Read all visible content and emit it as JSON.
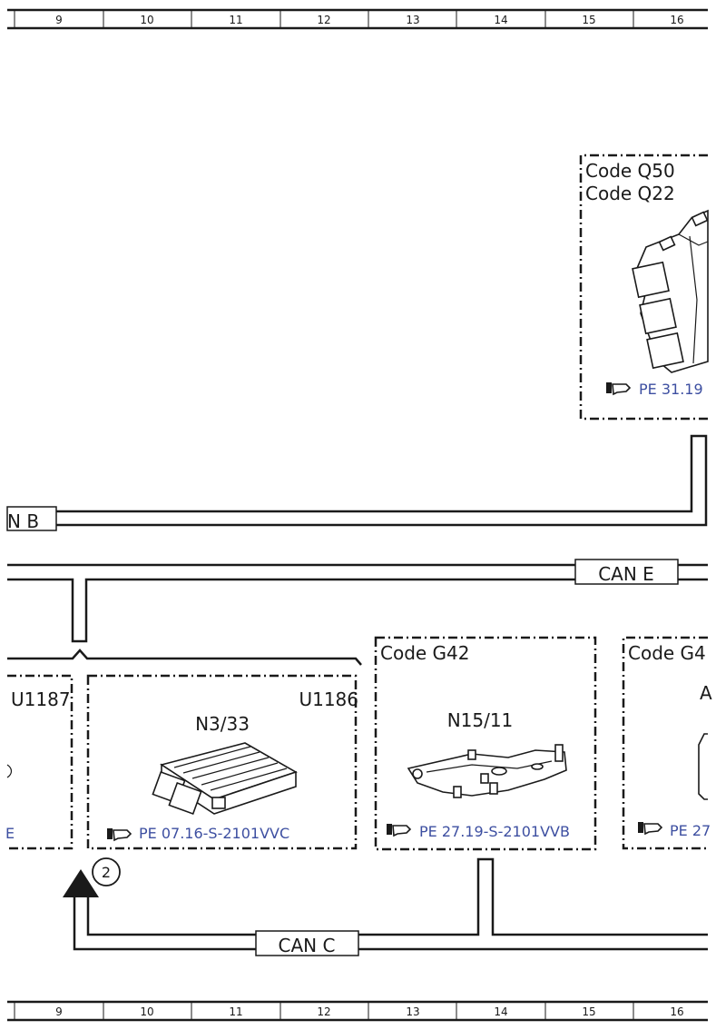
{
  "ruler_top": {
    "columns": [
      "9",
      "10",
      "11",
      "12",
      "13",
      "14",
      "15",
      "16"
    ]
  },
  "ruler_bottom": {
    "columns": [
      "9",
      "10",
      "11",
      "12",
      "13",
      "14",
      "15",
      "16"
    ]
  },
  "module_q50": {
    "code_1": "Code Q50",
    "code_2": "Code Q22",
    "reference": "PE 31.19"
  },
  "module_u1187": {
    "fault_code": "U1187",
    "reference": "E"
  },
  "module_n3_33": {
    "fault_code": "U1186",
    "component": "N3/33",
    "reference": "PE 07.16-S-2101VVC"
  },
  "module_n15_11": {
    "code": "Code G42",
    "component": "N15/11",
    "reference": "PE 27.19-S-2101VVB"
  },
  "module_g4": {
    "code": "Code G4",
    "component": "A",
    "reference": "PE 27"
  },
  "buses": {
    "can_b": "N B",
    "can_e": "CAN E",
    "can_c": "CAN C"
  },
  "markers": {
    "note_2": "2"
  },
  "icons": {
    "reference": "pointing-hand-icon",
    "note": "circled-number-icon",
    "ground": "triangle-arrow-icon"
  }
}
